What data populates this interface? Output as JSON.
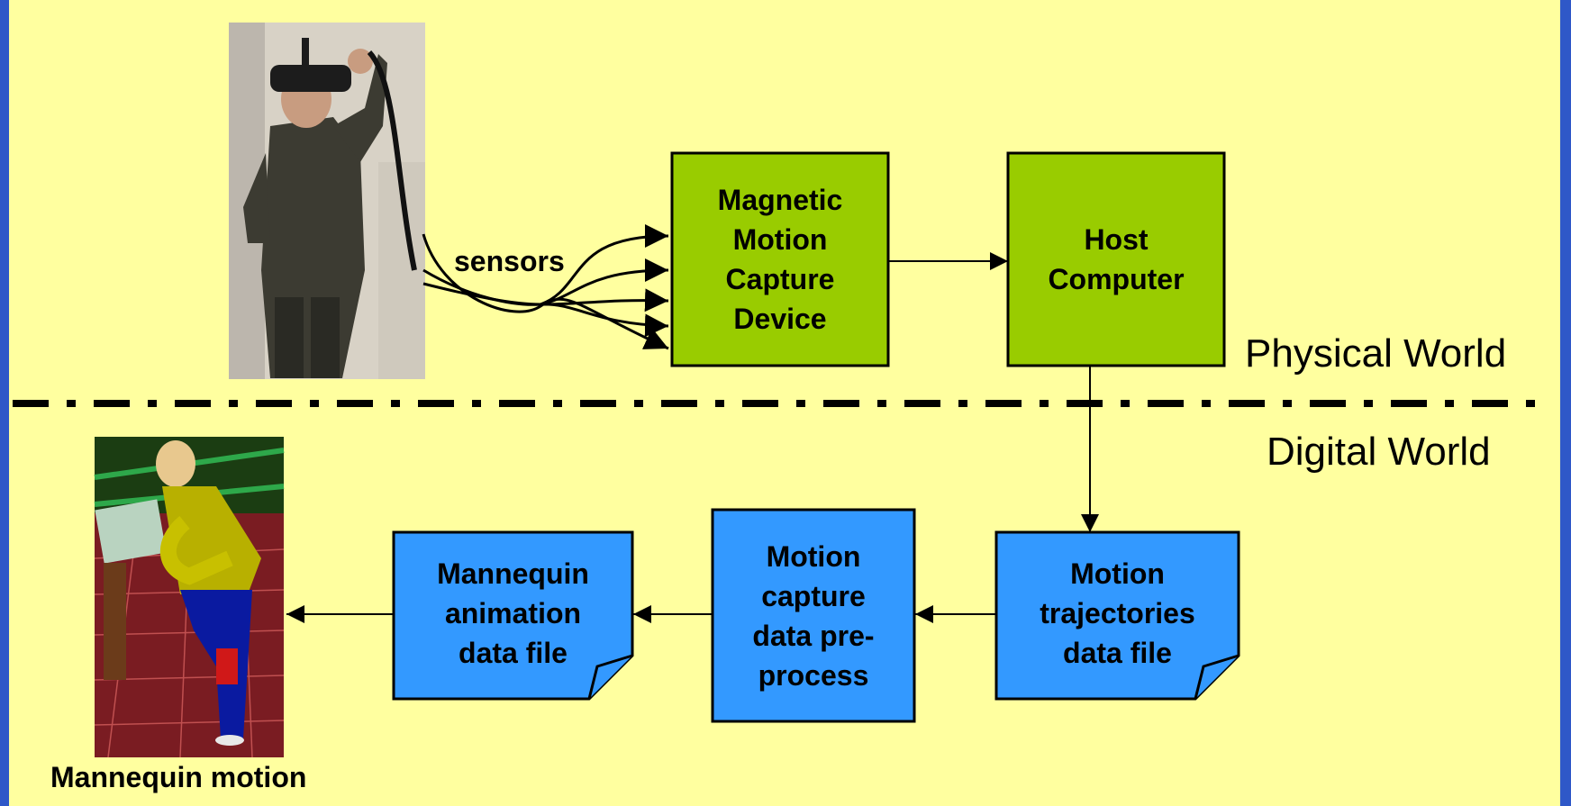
{
  "boxes": {
    "magnetic": "Magnetic\nMotion\nCapture\nDevice",
    "host": "Host\nComputer",
    "trajectories": "Motion\ntrajectories\ndata file",
    "preprocess": "Motion\ncapture\ndata pre-\nprocess",
    "animation": "Mannequin\nanimation\ndata file"
  },
  "labels": {
    "sensors": "sensors",
    "physical_world": "Physical World",
    "digital_world": "Digital World",
    "mannequin_motion": "Mannequin motion"
  },
  "colors": {
    "green_box": "#99cc00",
    "blue_box": "#3399ff",
    "panel": "#ffff9f",
    "frame": "#2f58c8"
  }
}
